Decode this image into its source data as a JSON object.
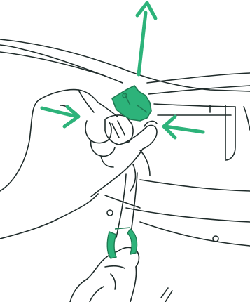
{
  "diagram": {
    "colors": {
      "line": "#1f2b2a",
      "accent": "#2db37a",
      "accent_dark": "#1e7a52",
      "fill": "#ffffff"
    },
    "arrows": [
      {
        "name": "up-arrow",
        "direction": "up"
      },
      {
        "name": "right-arrow",
        "direction": "right"
      },
      {
        "name": "left-arrow",
        "direction": "left"
      }
    ],
    "parts": [
      "seat-frame",
      "release-lever",
      "left-hand",
      "right-hand",
      "lower-hand",
      "strap",
      "strap-loop"
    ]
  }
}
